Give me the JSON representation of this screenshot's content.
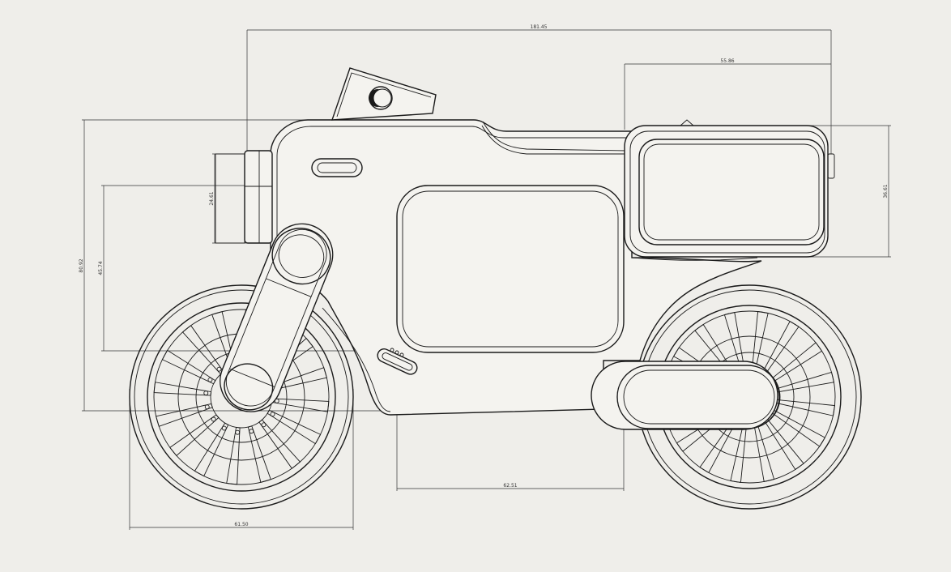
{
  "drawing": {
    "paper_color": "#efeeea",
    "line_color": "#1a1a1a"
  },
  "dimensions": {
    "overall_length": "181.45",
    "rear_box_width": "55.86",
    "rear_box_height": "36.61",
    "headlight_height": "24.61",
    "overall_height": "80.92",
    "body_height": "45.74",
    "center_panel_width": "62.51",
    "wheel_diameter": "61.50"
  }
}
